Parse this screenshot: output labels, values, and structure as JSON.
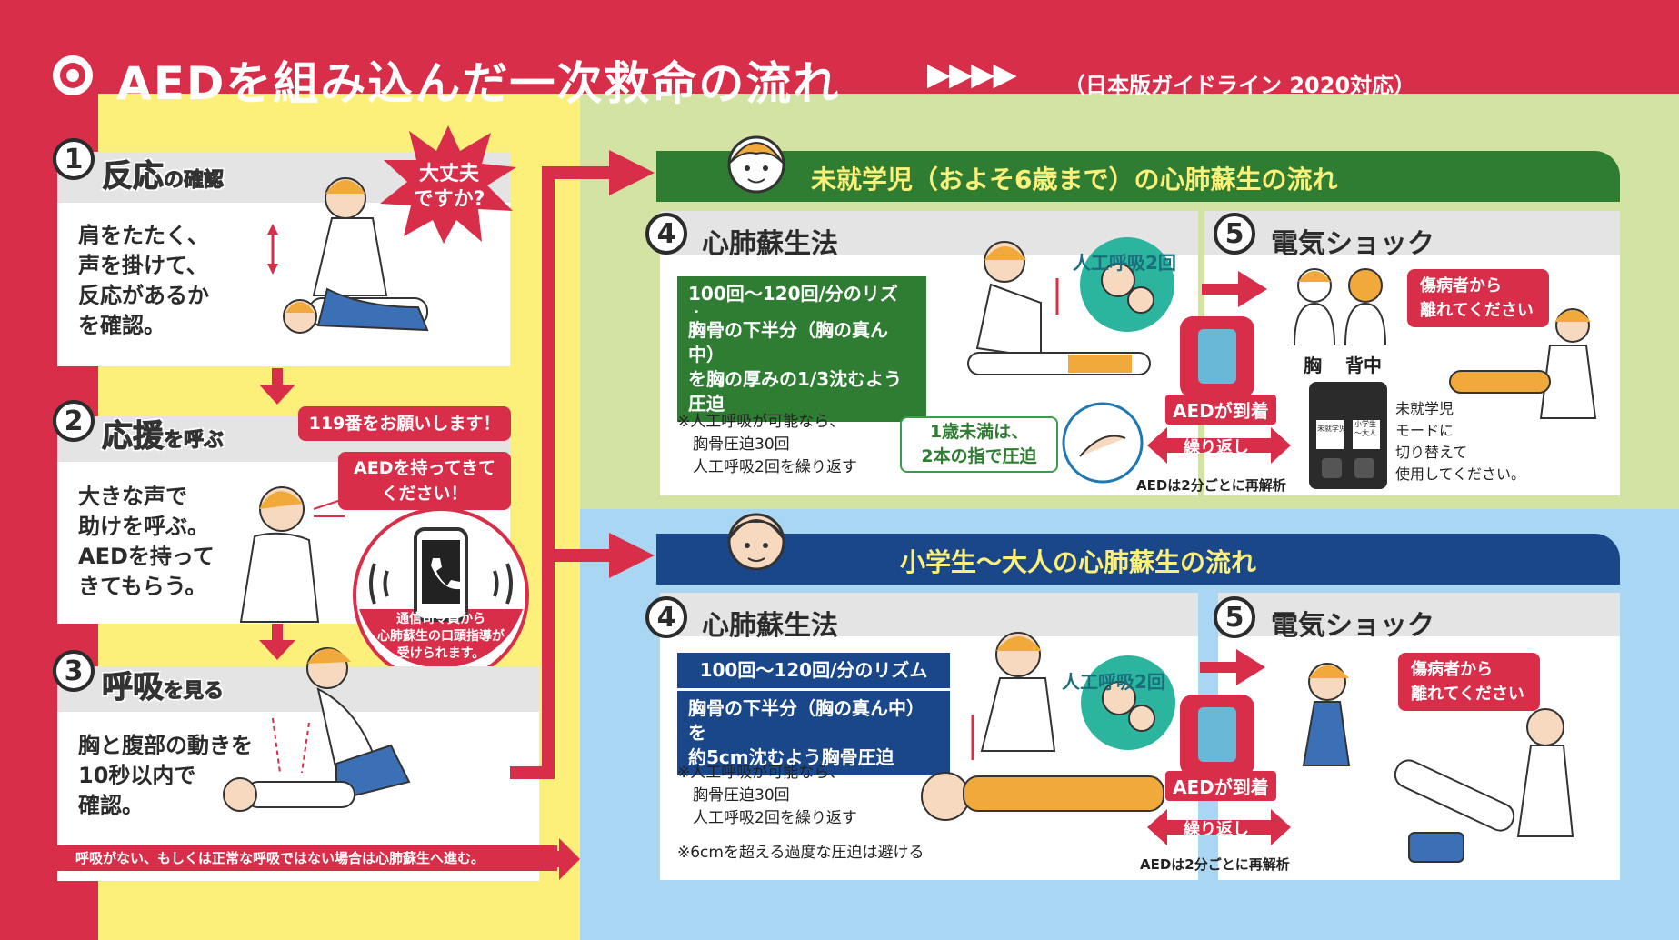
{
  "header": {
    "title": "AEDを組み込んだ一次救命の流れ",
    "subtitle": "（日本版ガイドライン 2020対応）",
    "arrows": "▶▶▶▶"
  },
  "step1": {
    "num": "1",
    "title_big": "反応",
    "title_small": "の確認",
    "body": "肩をたたく、\n声を掛けて、\n反応があるか\nを確認。",
    "burst": "大丈夫\nですか?"
  },
  "step2": {
    "num": "2",
    "title_big": "応援",
    "title_small": "を呼ぶ",
    "body": "大きな声で\n助けを呼ぶ。\nAEDを持って\nきてもらう。",
    "bubble1": "119番をお願いします！",
    "bubble2": "AEDを持ってきて\nください！",
    "phone_note": "通信司令員から\n心肺蘇生の口頭指導が\n受けられます。"
  },
  "step3": {
    "num": "3",
    "title_big": "呼吸",
    "title_small": "を見る",
    "body": "胸と腹部の動きを\n10秒以内で\n確認。",
    "bottom_note": "呼吸がない、もしくは正常な呼吸ではない場合は心肺蘇生へ進む。"
  },
  "child": {
    "banner": "未就学児（およそ6歳まで）の心肺蘇生の流れ",
    "s4_num": "4",
    "s4_title": "心肺蘇生法",
    "rhythm": "100回～120回/分のリズム",
    "compress": "胸骨の下半分（胸の真ん中）\nを胸の厚みの1/3沈むよう\n圧迫",
    "note": "※人工呼吸が可能なら、\n　胸骨圧迫30回\n　人工呼吸2回を繰り返す",
    "breath": "人工呼吸2回",
    "infant": "1歳未満は、\n2本の指で圧迫",
    "aed_arrive": "AEDが到着",
    "repeat": "繰り返し",
    "reanalyze": "AEDは2分ごとに再解析",
    "s5_num": "5",
    "s5_title": "電気ショック",
    "chest": "胸",
    "back": "背中",
    "leave": "傷病者から\n離れてください",
    "mode": "未就学児\nモードに\n切り替えて\n使用してください。",
    "pad1": "未就学児",
    "pad2": "小学生\n～大人"
  },
  "adult": {
    "banner": "小学生～大人の心肺蘇生の流れ",
    "s4_num": "4",
    "s4_title": "心肺蘇生法",
    "rhythm": "100回～120回/分のリズム",
    "compress": "胸骨の下半分（胸の真ん中）を\n約5cm沈むよう胸骨圧迫",
    "note": "※人工呼吸が可能なら、\n　胸骨圧迫30回\n　人工呼吸2回を繰り返す",
    "note2": "※6cmを超える過度な圧迫は避ける",
    "breath": "人工呼吸2回",
    "aed_arrive": "AEDが到着",
    "repeat": "繰り返し",
    "reanalyze": "AEDは2分ごとに再解析",
    "s5_num": "5",
    "s5_title": "電気ショック",
    "leave": "傷病者から\n離れてください"
  },
  "colors": {
    "red": "#d92e49",
    "yellow": "#fdf07a",
    "green_bg": "#d2e3a3",
    "blue_bg": "#a9d6f3",
    "green": "#2e7d32",
    "blue": "#1a4789"
  }
}
